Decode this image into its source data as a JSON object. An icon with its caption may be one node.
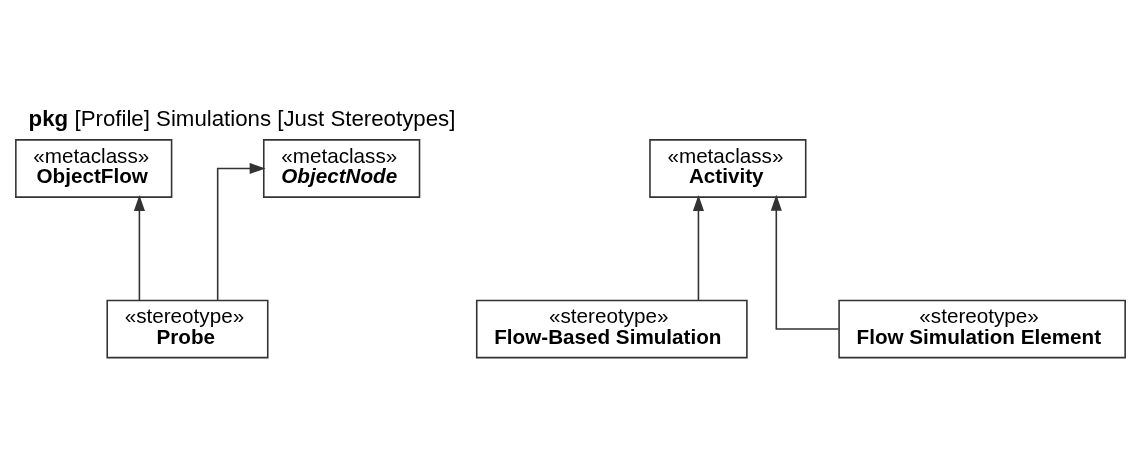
{
  "diagram": {
    "title": "**pkg** [Profile] Simulations [Just Stereotypes]",
    "nodes": [
      {
        "text": [
          "«metaclass»",
          "ObjectFlow"
        ]
      },
      {
        "text": [
          "«metaclass»",
          "*ObjectNode*"
        ]
      },
      {
        "text": [
          "«metaclass»",
          "Activity"
        ]
      },
      {
        "text": [
          "«stereotype»",
          "Probe"
        ]
      },
      {
        "text": [
          "«stereotype»",
          "Flow-Based Simulation"
        ]
      },
      {
        "text": [
          "«stereotype»",
          "Flow Simulation Element"
        ]
      }
    ],
    "edges": [
      {
        "from": 3,
        "to": 0,
        "arrow": "to"
      },
      {
        "from": 3,
        "to": 1,
        "arrow": "to"
      },
      {
        "from": 4,
        "to": 2,
        "arrow": "to"
      },
      {
        "from": 5,
        "to": 2,
        "arrow": "to"
      }
    ]
  }
}
